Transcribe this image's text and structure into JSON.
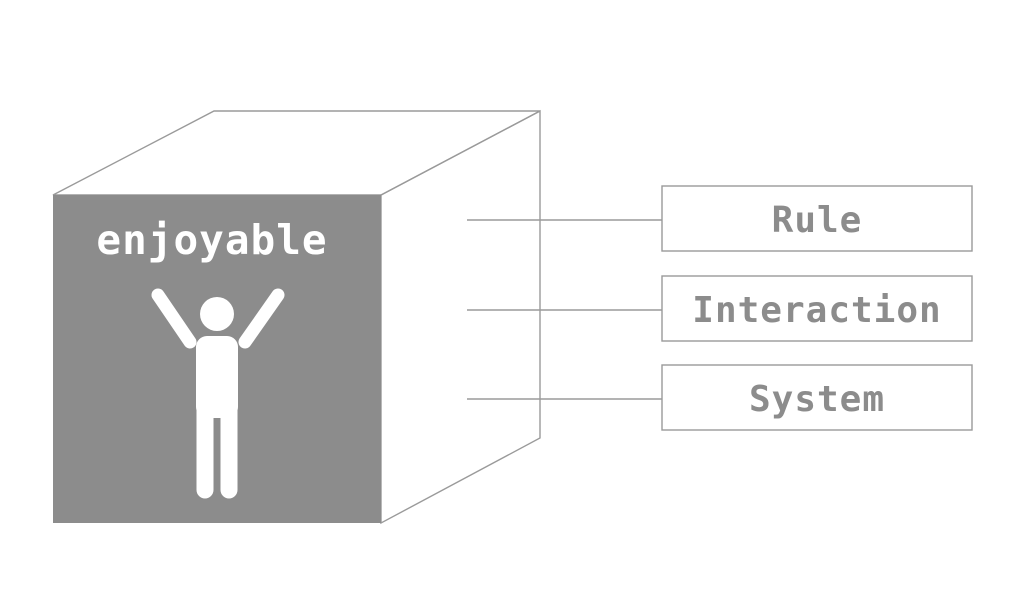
{
  "cube": {
    "title": "enjoyable",
    "front_color": "#8c8c8c",
    "figure_icon": "person-arms-raised-icon"
  },
  "labels": [
    {
      "text": "Rule"
    },
    {
      "text": "Interaction"
    },
    {
      "text": "System"
    }
  ],
  "colors": {
    "line": "#9a9a9a",
    "text": "#8c8c8c",
    "background": "#ffffff"
  }
}
